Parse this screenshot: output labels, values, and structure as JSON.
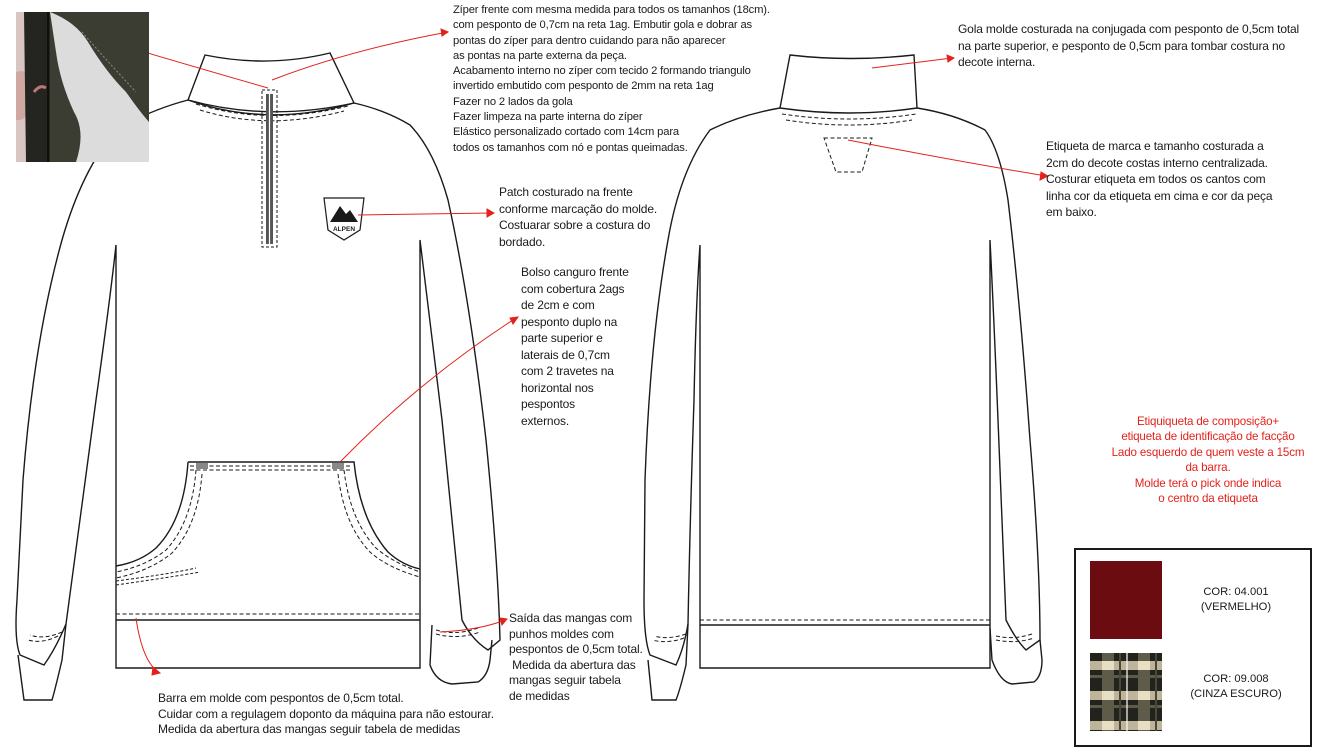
{
  "front_notes": {
    "zipper": [
      "Zíper frente com mesma medida para todos os tamanhos (18cm).",
      "com pesponto de 0,7cm na reta 1ag. Embutir gola e dobrar as",
      "pontas do zíper para dentro cuidando para não aparecer",
      "as pontas na parte externa da peça.",
      "Acabamento interno no zíper com tecido 2 formando triangulo",
      "invertido embutido com pesponto de 2mm na reta 1ag",
      "Fazer no 2 lados da gola",
      "Fazer limpeza na parte interna do zíper",
      "Elástico personalizado cortado com 14cm para",
      "todos os tamanhos com nó e pontas queimadas."
    ],
    "patch": [
      "Patch costurado na frente",
      "conforme marcação do molde.",
      "Costuarar sobre a costura do",
      "bordado."
    ],
    "pocket": [
      "Bolso canguro frente",
      "com cobertura 2ags",
      "de 2cm e com",
      "pesponto duplo na",
      "parte superior e",
      "laterais de 0,7cm",
      "com 2 travetes na",
      "horizontal nos",
      "pespontos",
      "externos."
    ],
    "cuffs": [
      "Saída das mangas com",
      "punhos moldes com",
      "pespontos de 0,5cm total.",
      " Medida da abertura das",
      "mangas seguir tabela",
      "de medidas"
    ],
    "hem": [
      "Barra em molde com pespontos de 0,5cm total.",
      "Cuidar com a regulagem doponto da máquina para não estourar.",
      "Medida da abertura das mangas seguir tabela de medidas"
    ],
    "patch_logo_text": "ALPEN"
  },
  "back_notes": {
    "collar": [
      "Gola molde costurada na conjugada com pesponto de 0,5cm total",
      "na parte superior, e pesponto de 0,5cm para tombar costura no",
      "decote interna."
    ],
    "label": [
      "Etiqueta de marca e tamanho costurada a",
      "2cm do decote costas interno centralizada.",
      "Costurar etiqueta em todos os cantos com",
      "linha cor da etiqueta em cima e cor da peça",
      "em baixo."
    ]
  },
  "composition_note": [
    "Etiquiqueta de composição+",
    "etiqueta de identificação de facção",
    "Lado esquerdo de quem veste a 15cm",
    "da barra.",
    "Molde terá o pick onde indica",
    "o centro da etiqueta"
  ],
  "colors": [
    {
      "code": "COR: 04.001",
      "name": "(VERMELHO)",
      "hex": "#6a0c10"
    },
    {
      "code": "COR: 09.008",
      "name": "(CINZA ESCURO)",
      "hex": "#2b2a22"
    }
  ],
  "theme": {
    "line": "#1a1a1a",
    "annotation_red": "#e3221b",
    "zipper_tape": "#555555",
    "photo_fabric": "#3b3d33",
    "photo_fleece": "#dcdcdc"
  }
}
